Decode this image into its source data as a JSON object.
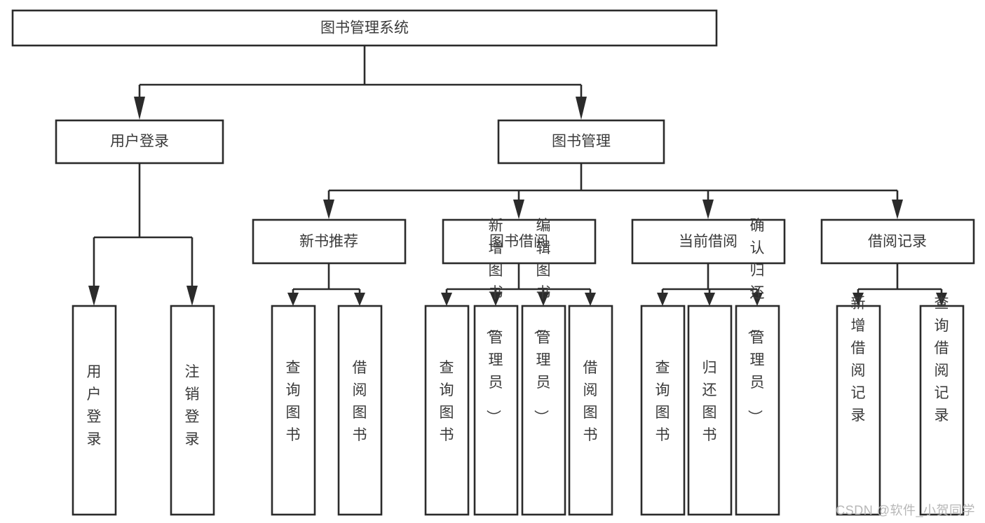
{
  "diagram": {
    "type": "tree-hierarchy",
    "title": "图书管理系统",
    "watermark": "CSDN @软件_小贺同学",
    "colors": {
      "background": "#ffffff",
      "stroke": "#2b2b2b",
      "box_fill": "#ffffff",
      "text": "#3a3a3a",
      "watermark": "#b7b7b7"
    },
    "levels": {
      "root": {
        "label": "图书管理系统"
      },
      "level1": [
        {
          "id": "user-login",
          "label": "用户登录"
        },
        {
          "id": "book-manage",
          "label": "图书管理"
        }
      ],
      "level2": [
        {
          "id": "new-book-recommend",
          "label": "新书推荐",
          "parent": "book-manage"
        },
        {
          "id": "book-borrow",
          "label": "图书借阅",
          "parent": "book-manage"
        },
        {
          "id": "current-borrow",
          "label": "当前借阅",
          "parent": "book-manage"
        },
        {
          "id": "borrow-record",
          "label": "借阅记录",
          "parent": "book-manage"
        }
      ],
      "leaves": [
        {
          "id": "leaf-user-login",
          "label": "用户登录",
          "parent": "user-login"
        },
        {
          "id": "leaf-logout-login",
          "label": "注销登录",
          "parent": "user-login"
        },
        {
          "id": "leaf-query-book-1",
          "label": "查询图书",
          "parent": "new-book-recommend"
        },
        {
          "id": "leaf-borrow-book-1",
          "label": "借阅图书",
          "parent": "new-book-recommend"
        },
        {
          "id": "leaf-query-book-2",
          "label": "查询图书",
          "parent": "book-borrow"
        },
        {
          "id": "leaf-add-book",
          "label": "新增图书（管理员）",
          "parent": "book-borrow"
        },
        {
          "id": "leaf-edit-book",
          "label": "编辑图书（管理员）",
          "parent": "book-borrow"
        },
        {
          "id": "leaf-borrow-book-2",
          "label": "借阅图书",
          "parent": "book-borrow"
        },
        {
          "id": "leaf-query-book-3",
          "label": "查询图书",
          "parent": "current-borrow"
        },
        {
          "id": "leaf-return-book",
          "label": "归还图书",
          "parent": "current-borrow"
        },
        {
          "id": "leaf-confirm-return",
          "label": "确认归还（管理员）",
          "parent": "current-borrow"
        },
        {
          "id": "leaf-add-record",
          "label": "新增借阅记录",
          "parent": "borrow-record"
        },
        {
          "id": "leaf-query-record",
          "label": "查询借阅记录",
          "parent": "borrow-record"
        }
      ]
    }
  }
}
